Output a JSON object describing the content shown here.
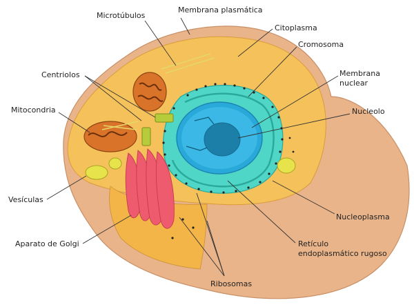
{
  "labels": {
    "microtubulos": "Microtúbulos",
    "membrana_plasmatica": "Membrana plasmática",
    "citoplasma": "Citoplasma",
    "cromosoma": "Cromosoma",
    "membrana_nuclear_1": "Membrana",
    "membrana_nuclear_2": "nuclear",
    "centriolos": "Centriolos",
    "mitocondria": "Mitocondria",
    "nucleolo": "Nucleolo",
    "vesiculas": "Vesículas",
    "nucleoplasma": "Nucleoplasma",
    "aparato_golgi": "Aparato de Golgi",
    "reticulo_1": "Retículo",
    "reticulo_2": "endoplasmático rugoso",
    "ribosomas": "Ribosomas"
  },
  "colors": {
    "membrane": "#e9b48a",
    "cytoplasm": "#f5c15a",
    "nucleus": "#29a9d9",
    "nucleolus": "#1b7fa7",
    "er": "#4fd6c6",
    "golgi": "#ee5b6e",
    "mitochondria": "#d9732a",
    "centriole": "#b6cc3a",
    "vesicle": "#e7e44b"
  }
}
